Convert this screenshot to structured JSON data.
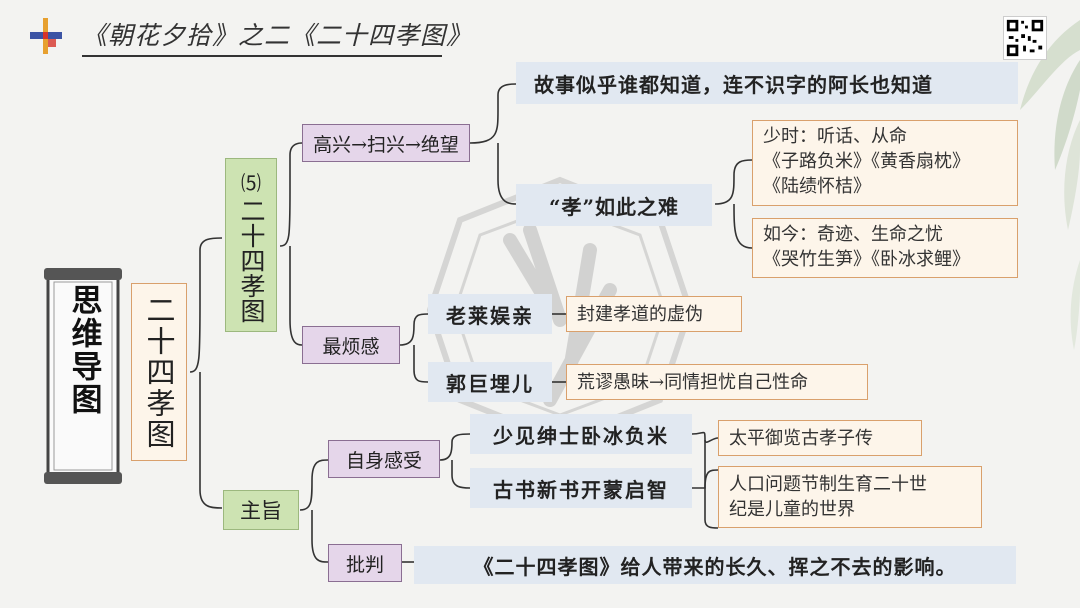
{
  "header": {
    "title": "《朝花夕拾》之二《二十四孝图》"
  },
  "colors": {
    "peach_fill": "#fdf5ea",
    "peach_border": "#d9a06c",
    "green_fill": "#cde3b2",
    "purple_fill": "#e5d6ea",
    "blue_fill": "#e1e8f1",
    "connector": "#333333"
  },
  "icons": {
    "logo": "cross-mark-icon",
    "qr": "qr-code-icon",
    "scroll": "scroll-icon",
    "watermark": "stamp-watermark-icon",
    "leaves": "bamboo-leaves-icon"
  },
  "mindmap": {
    "root": "思维导图",
    "topic": "二十四孝图",
    "section5": {
      "num": "⑸",
      "label": "二十四孝图"
    },
    "branch1": {
      "label": "高兴→扫兴→绝望",
      "story": "故事似乎谁都知道，连不识字的阿长也知道",
      "xiao": "“孝”如此之难",
      "past": {
        "line1": "少时：听话、从命",
        "line2": "《子路负米》《黄香扇枕》",
        "line3": "《陆绩怀桔》"
      },
      "now": {
        "line1": "如今：奇迹、生命之忧",
        "line2": "《哭竹生笋》《卧冰求鲤》"
      }
    },
    "branch2": {
      "label": "最烦感",
      "laolai": "老莱娱亲",
      "laolai_note": "封建孝道的虚伪",
      "guoju": "郭巨埋儿",
      "guoju_note": "荒谬愚昧→同情担忧自己性命"
    },
    "main": {
      "label": "主旨",
      "self": {
        "label": "自身感受",
        "shaojian": "少见绅士卧冰负米",
        "shaojian_note": "太平御览古孝子传",
        "gushu": "古书新书开蒙启智",
        "gushu_note_line1": "人口问题节制生育二十世",
        "gushu_note_line2": "纪是儿童的世界"
      },
      "pipan": {
        "label": "批判",
        "text": "《二十四孝图》给人带来的长久、挥之不去的影响。"
      }
    }
  }
}
